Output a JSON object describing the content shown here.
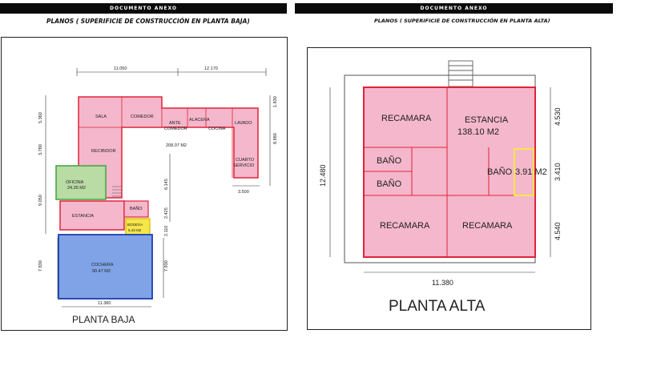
{
  "header": {
    "left_label": "DOCUMENTO ANEXO",
    "right_label": "DOCUMENTO ANEXO"
  },
  "subtitles": {
    "left": "PLANOS ( SUPERIFICIE DE CONSTRUCCIÓN EN PLANTA BAJA)",
    "right": "PLANOS ( SUPERIFICIE DE CONSTRUCCIÓN EN PLANTA ALTA)"
  },
  "planta_baja": {
    "title": "PLANTA BAJA",
    "rooms": {
      "sala": "SALA",
      "comedor": "COMEDOR",
      "antecomedor_1": "ANTE",
      "antecomedor_2": "COMEDOR",
      "alacena": "ALACENA",
      "cocina": "COCINA",
      "lavado": "LAVADO",
      "recibidor": "RECIBIDOR",
      "cuarto_1": "CUARTO",
      "cuarto_2": "SERVICIO",
      "oficina": "OFICINA",
      "estancia": "ESTANCIA",
      "bano": "BAÑO",
      "bodega": "BODEGA",
      "cochera": "COCHERA"
    },
    "areas": {
      "main": "208.07 M2",
      "oficina": "24.35 M2",
      "bodega": "5.43 M2",
      "cochera": "90.47 M2"
    },
    "dims": {
      "top_left": "11.050",
      "top_right": "12.170",
      "right_top": "1.830",
      "right_mid": "8.880",
      "right_bottom": "3.500",
      "left_1": "5.360",
      "left_2": "3.780",
      "left_3": "9.050",
      "left_4": "7.830",
      "mid_1": "6.145",
      "mid_2": "2.425",
      "mid_3": "2.110",
      "mid_4": "7.930",
      "bottom": "11.380"
    }
  },
  "planta_alta": {
    "title": "PLANTA ALTA",
    "rooms": {
      "recamara_tl": "RECAMARA",
      "estancia": "ESTANCIA",
      "bano_1": "BAÑO",
      "bano_2": "BAÑO",
      "bano_3": "BAÑO",
      "recamara_bl": "RECAMARA",
      "recamara_br": "RECAMARA"
    },
    "areas": {
      "estancia": "138.10 M2",
      "bano": "3.91 M2"
    },
    "dims": {
      "left": "12.480",
      "right_1": "4.530",
      "right_2": "3.410",
      "right_3": "4.540",
      "bottom": "11.380"
    }
  },
  "colors": {
    "pink": "#f4b7cb",
    "red": "#e0233a",
    "green": "#b9dba4",
    "blue": "#7fa3e6",
    "yellow": "#f6e64a"
  }
}
